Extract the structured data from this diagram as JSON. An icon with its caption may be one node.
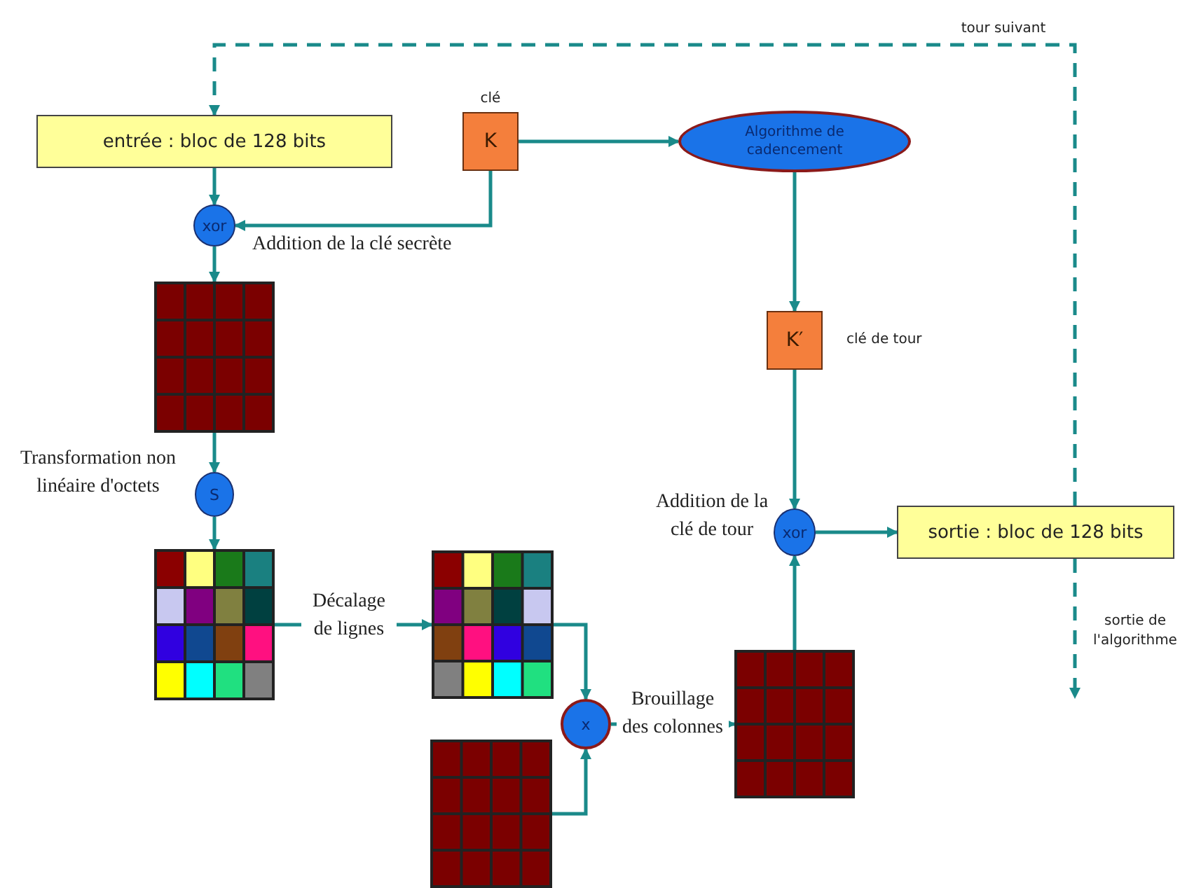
{
  "diagram": {
    "nodes": [
      {
        "text": [
          "entrée : bloc de 128 bits"
        ]
      },
      {
        "text": [
          "K"
        ],
        "beside": [
          "clé"
        ]
      },
      {
        "text": [
          "Algorithme de cadencement"
        ]
      },
      {
        "text": [
          "xor"
        ],
        "beside": [
          "Addition de la clé secrète"
        ]
      },
      {
        "text": [],
        "shape": "grid"
      },
      {
        "text": [
          "S"
        ],
        "beside": [
          "Transformation non linéaire d'octets"
        ]
      },
      {
        "text": [],
        "shape": "grid"
      },
      {
        "text": [],
        "shape": "grid"
      },
      {
        "text": [
          "x"
        ]
      },
      {
        "text": [],
        "shape": "grid"
      },
      {
        "text": [],
        "shape": "grid"
      },
      {
        "text": [
          "K′"
        ],
        "beside": [
          "clé de tour"
        ]
      },
      {
        "text": [
          "xor"
        ],
        "beside": [
          "Addition de la clé de tour"
        ]
      },
      {
        "text": [
          "sortie : bloc de 128 bits"
        ]
      }
    ],
    "edges": [
      {
        "from": 0,
        "to": 3,
        "arrow": "to"
      },
      {
        "from": 1,
        "to": 3,
        "arrow": "to"
      },
      {
        "from": 1,
        "to": 2,
        "arrow": "to"
      },
      {
        "from": 2,
        "to": 11,
        "arrow": "to"
      },
      {
        "from": 11,
        "to": 12,
        "arrow": "to"
      },
      {
        "from": 3,
        "to": 4,
        "arrow": "to"
      },
      {
        "from": 4,
        "to": 5,
        "arrow": "to"
      },
      {
        "from": 5,
        "to": 6,
        "arrow": "to"
      },
      {
        "from": 6,
        "to": 7,
        "arrow": "to",
        "label": "Décalage de lignes"
      },
      {
        "from": 7,
        "to": 8,
        "arrow": "to"
      },
      {
        "from": 9,
        "to": 8,
        "arrow": "to"
      },
      {
        "from": 8,
        "to": 10,
        "arrow": "to",
        "label": "Brouillage des colonnes"
      },
      {
        "from": 10,
        "to": 12,
        "arrow": "to"
      },
      {
        "from": 12,
        "to": 13,
        "arrow": "to"
      },
      {
        "from": 13,
        "to": 0,
        "arrow": "to",
        "style": "dashed",
        "label": "tour suivant"
      },
      {
        "from": 13,
        "to": null,
        "arrow": "to",
        "style": "dashed",
        "label": "sortie de l'algorithme"
      }
    ]
  }
}
